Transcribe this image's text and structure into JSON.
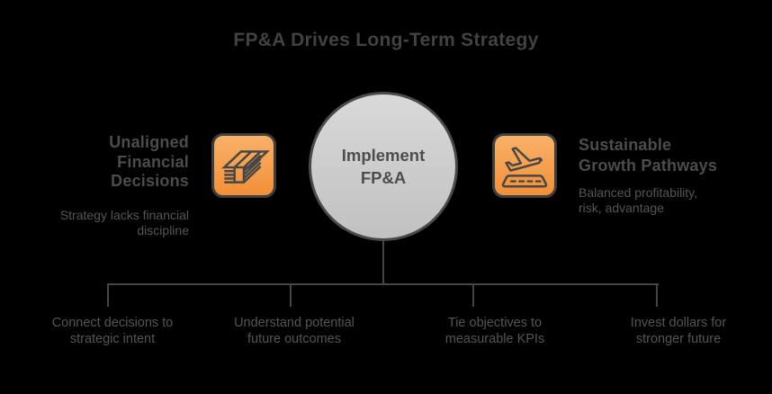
{
  "title": "FP&A Drives Long-Term Strategy",
  "center_node": {
    "label": "Implement\nFP&A"
  },
  "left_item": {
    "icon": "money-stack",
    "heading": "Unaligned Financial Decisions",
    "description": "Strategy lacks financial discipline"
  },
  "right_item": {
    "icon": "plane-takeoff",
    "heading": "Sustainable Growth Pathways",
    "description": "Balanced profitability, risk, advantage"
  },
  "branches": [
    "Connect decisions to strategic intent",
    "Understand potential future outcomes",
    "Tie objectives to measurable KPIs",
    "Invest dollars for stronger future"
  ],
  "colors": {
    "background": "#000000",
    "accent_orange_light": "#f9b168",
    "accent_orange_dark": "#f29038",
    "icon_border": "#3e3e3e",
    "icon_glyph": "#474747",
    "line_gray": "#454545",
    "title_text": "#424242",
    "heading_text": "#4c4c4c",
    "body_text": "#555555",
    "circle_fill_light": "#d9d9d9",
    "circle_fill_dark": "#c1c1c1",
    "circle_border": "#4a4a4a",
    "circle_text": "#4d4d4d"
  }
}
